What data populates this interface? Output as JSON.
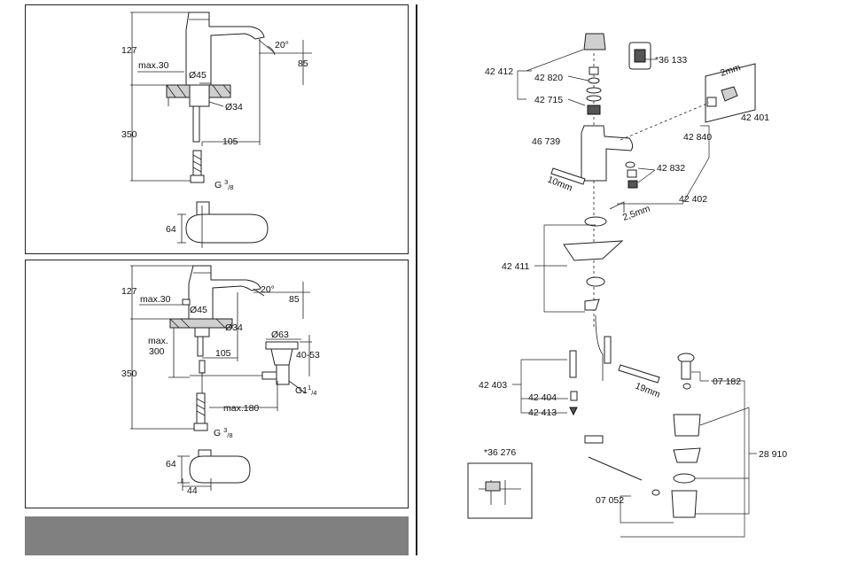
{
  "drawing_top": {
    "dimensions": {
      "height_total": "127",
      "spout_angle": "20°",
      "spout_height": "85",
      "max_deck": "max.30",
      "base_diameter": "Ø45",
      "hole_diameter": "Ø34",
      "below_deck": "350",
      "reach": "105",
      "connection": "G",
      "connection_sup": "3",
      "connection_sub": "/8",
      "handle_height": "64"
    }
  },
  "drawing_bottom": {
    "dimensions": {
      "height_total": "127",
      "spout_angle": "20°",
      "spout_height": "85",
      "max_deck": "max.30",
      "base_diameter": "Ø45",
      "hole_diameter": "Ø34",
      "below_deck": "350",
      "max_300_a": "max.",
      "max_300_b": "300",
      "reach": "105",
      "waste_diameter": "Ø63",
      "waste_range": "40-53",
      "waste_thread": "G1",
      "waste_thread_sup": "1",
      "waste_thread_sub": "/4",
      "rod_length": "max.180",
      "connection": "G",
      "connection_sup": "3",
      "connection_sub": "/8",
      "handle_height": "64",
      "handle_width": "44"
    }
  },
  "parts": {
    "p42412": "42 412",
    "p36133": "*36 133",
    "p42820": "42 820",
    "p42715": "42 715",
    "p2mm": "2mm",
    "p42401": "42 401",
    "p42840": "42 840",
    "p46739": "46 739",
    "p42832": "42 832",
    "p10mm": "10mm",
    "p42402": "42 402",
    "p2_5mm": "2,5mm",
    "p42411": "42 411",
    "p42403": "42 403",
    "p19mm": "19mm",
    "p07182": "07 182",
    "p42404": "42 404",
    "p42413": "42 413",
    "p36276": "*36 276",
    "p28910": "28 910",
    "p07052": "07 052"
  }
}
